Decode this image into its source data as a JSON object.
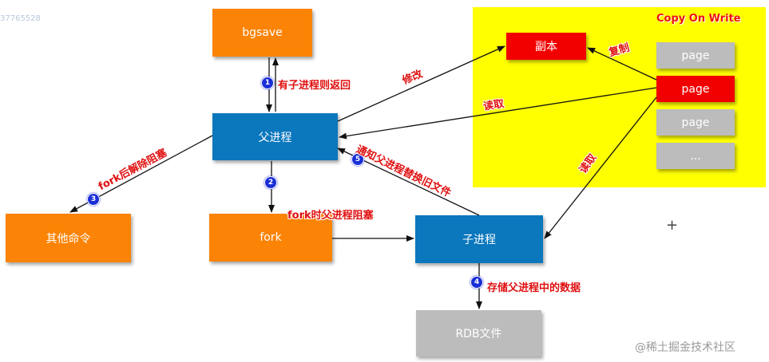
{
  "top_left_text": "37765528",
  "copy_on_write": {
    "title": "Copy On Write",
    "copy_box": "副本",
    "pages": [
      "page",
      "page",
      "page",
      "..."
    ],
    "label_copy": "复制",
    "label_read_child": "读取",
    "label_read_parent": "读取",
    "label_modify": "修改"
  },
  "nodes": {
    "bgsave": "bgsave",
    "parent": "父进程",
    "fork": "fork",
    "child": "子进程",
    "other": "其他命令",
    "rdb": "RDB文件"
  },
  "steps": [
    {
      "num": "1",
      "text": "有子进程则返回"
    },
    {
      "num": "2",
      "text": "fork时父进程阻塞"
    },
    {
      "num": "3",
      "text": "fork后解除阻塞"
    },
    {
      "num": "4",
      "text": "存储父进程中的数据"
    },
    {
      "num": "5",
      "text": "通知父进程替换旧文件"
    }
  ],
  "cursor_glyph": "+",
  "watermark": "@稀土掘金技术社区",
  "colors": {
    "orange": "#fb8305",
    "blue": "#0b77bd",
    "gray": "#bcbcbc",
    "red": "#f20000",
    "yellow": "#ffff00",
    "label_red": "#e01010",
    "badge_blue": "#1a2fd6"
  }
}
